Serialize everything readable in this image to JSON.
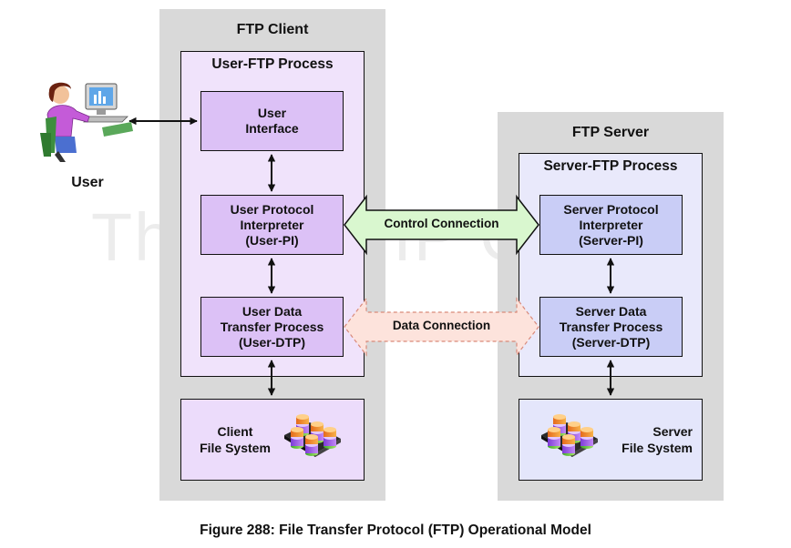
{
  "watermark": "The TCP/IP Guide",
  "client": {
    "title": "FTP Client",
    "process_title": "User-FTP Process",
    "user_interface": "User\nInterface",
    "protocol_interpreter": "User Protocol\nInterpreter\n(User-PI)",
    "data_transfer": "User Data\nTransfer Process\n(User-DTP)",
    "file_system": "Client\nFile System"
  },
  "server": {
    "title": "FTP Server",
    "process_title": "Server-FTP Process",
    "protocol_interpreter": "Server Protocol\nInterpreter\n(Server-PI)",
    "data_transfer": "Server Data\nTransfer Process\n(Server-DTP)",
    "file_system": "Server\nFile System"
  },
  "user_label": "User",
  "connections": {
    "control": "Control Connection",
    "data": "Data Connection"
  },
  "caption": "Figure 288: File Transfer Protocol (FTP) Operational Model",
  "colors": {
    "outer_panel": "#d9d9d9",
    "client_box": "#dcc1f6",
    "server_box": "#c9cdf6",
    "control_arrow": "#d9f7cf",
    "data_arrow": "#fde3dc"
  }
}
